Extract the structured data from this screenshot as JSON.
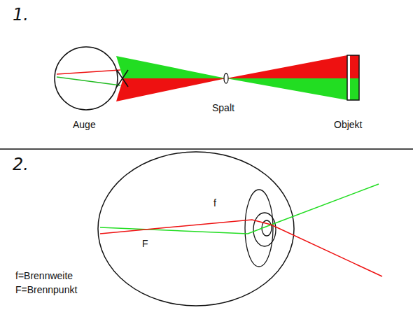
{
  "diagram": {
    "labels": [
      "1.",
      "Auge",
      "Spalt",
      "Objekt",
      "2.",
      "f",
      "F",
      "f=Brennweite",
      "F=Brennpunkt"
    ]
  }
}
